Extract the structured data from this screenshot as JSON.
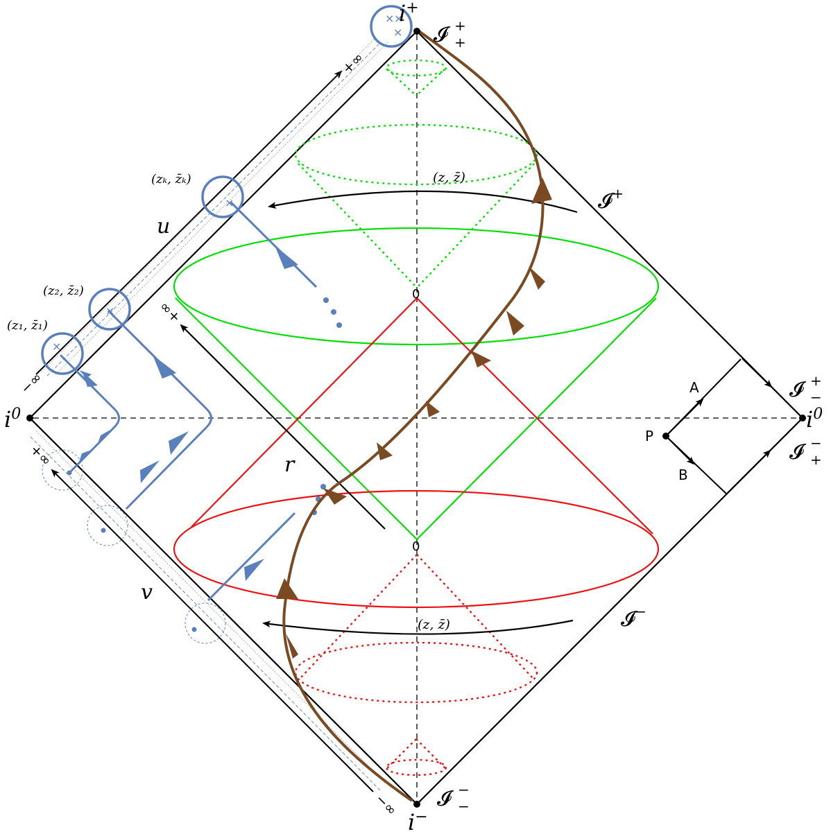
{
  "colors": {
    "boundary": "#000000",
    "future_cone": "#00e000",
    "past_cone": "#ee1111",
    "worldline": "#7a4a22",
    "particle": "#5a7fbd"
  },
  "labels": {
    "i_plus_base": "i",
    "i_plus_sup": "+",
    "i_minus_base": "i",
    "i_minus_sup": "−",
    "i0_left_base": "i",
    "i0_left_sup": "0",
    "i0_right_base": "i",
    "i0_right_sup": "0",
    "scri_plus_plus_base": "𝓘",
    "scri_plus_plus_sup": "+",
    "scri_plus_plus_sub": "+",
    "scri_minus_minus_base": "𝓘",
    "scri_minus_minus_sup": "−",
    "scri_minus_minus_sub": "−",
    "scri_plus_minus_base": "𝓘",
    "scri_plus_minus_sup": "+",
    "scri_plus_minus_sub": "−",
    "scri_minus_plus_base": "𝓘",
    "scri_minus_plus_sup": "−",
    "scri_minus_plus_sub": "+",
    "scri_plus_base": "𝓘",
    "scri_plus_sup": "+",
    "scri_minus_base": "𝓘",
    "scri_minus_sup": "−",
    "u": "u",
    "v": "v",
    "r": "r",
    "zero_top": "0",
    "zero_bottom": "0",
    "z_zbar_top": "(z, z̄)",
    "z_zbar_bottom": "(z, z̄)",
    "z1": "(z₁, z̄₁)",
    "z2": "(z₂, z̄₂)",
    "zk": "(zₖ, z̄ₖ)",
    "plus_inf_top": "+∞",
    "minus_inf_left": "−∞",
    "plus_inf_left": "+∞",
    "minus_inf_bottom": "−∞",
    "inf_plus_r": "∞+",
    "point_A": "A",
    "point_B": "B",
    "point_P": "P"
  }
}
